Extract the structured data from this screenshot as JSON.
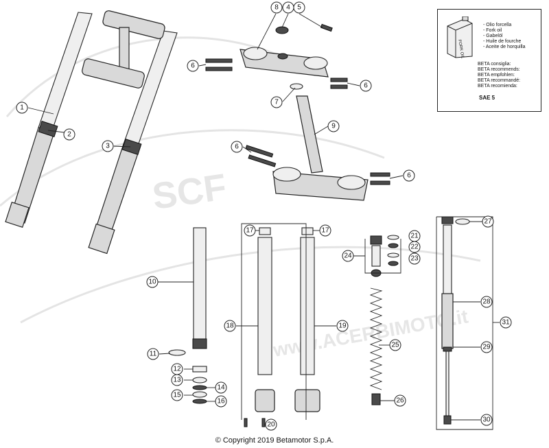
{
  "callouts": [
    {
      "id": "c1",
      "label": "1"
    },
    {
      "id": "c2",
      "label": "2"
    },
    {
      "id": "c3",
      "label": "3"
    },
    {
      "id": "c4",
      "label": "4"
    },
    {
      "id": "c5",
      "label": "5"
    },
    {
      "id": "c6a",
      "label": "6"
    },
    {
      "id": "c6b",
      "label": "6"
    },
    {
      "id": "c6c",
      "label": "6"
    },
    {
      "id": "c6d",
      "label": "6"
    },
    {
      "id": "c7",
      "label": "7"
    },
    {
      "id": "c8",
      "label": "8"
    },
    {
      "id": "c9",
      "label": "9"
    },
    {
      "id": "c10",
      "label": "10"
    },
    {
      "id": "c11",
      "label": "11"
    },
    {
      "id": "c12",
      "label": "12"
    },
    {
      "id": "c13",
      "label": "13"
    },
    {
      "id": "c14",
      "label": "14"
    },
    {
      "id": "c15",
      "label": "15"
    },
    {
      "id": "c16",
      "label": "16"
    },
    {
      "id": "c17a",
      "label": "17"
    },
    {
      "id": "c17b",
      "label": "17"
    },
    {
      "id": "c18",
      "label": "18"
    },
    {
      "id": "c19",
      "label": "19"
    },
    {
      "id": "c20",
      "label": "20"
    },
    {
      "id": "c21",
      "label": "21"
    },
    {
      "id": "c22",
      "label": "22"
    },
    {
      "id": "c23",
      "label": "23"
    },
    {
      "id": "c24",
      "label": "24"
    },
    {
      "id": "c25",
      "label": "25"
    },
    {
      "id": "c26",
      "label": "26"
    },
    {
      "id": "c27",
      "label": "27"
    },
    {
      "id": "c28",
      "label": "28"
    },
    {
      "id": "c29",
      "label": "29"
    },
    {
      "id": "c30",
      "label": "30"
    },
    {
      "id": "c31",
      "label": "31"
    }
  ],
  "oil_box": {
    "can_label": "FORK OIL",
    "oil_names": [
      "- Olio forcella",
      "- Fork oil",
      "- Gabelöl",
      "- Huile de fourche",
      "- Aceite de horquilla"
    ],
    "recommend": [
      "BETA consiglia:",
      "BETA recommends:",
      "BETA empfohlen:",
      "BETA recommandé:",
      "BETA recomienda:"
    ],
    "grade": "SAE 5"
  },
  "watermark": {
    "text_left": "SCF",
    "text_right": "www.ACERBIMOTO.it"
  },
  "copyright": "© Copyright 2019 Betamotor S.p.A."
}
